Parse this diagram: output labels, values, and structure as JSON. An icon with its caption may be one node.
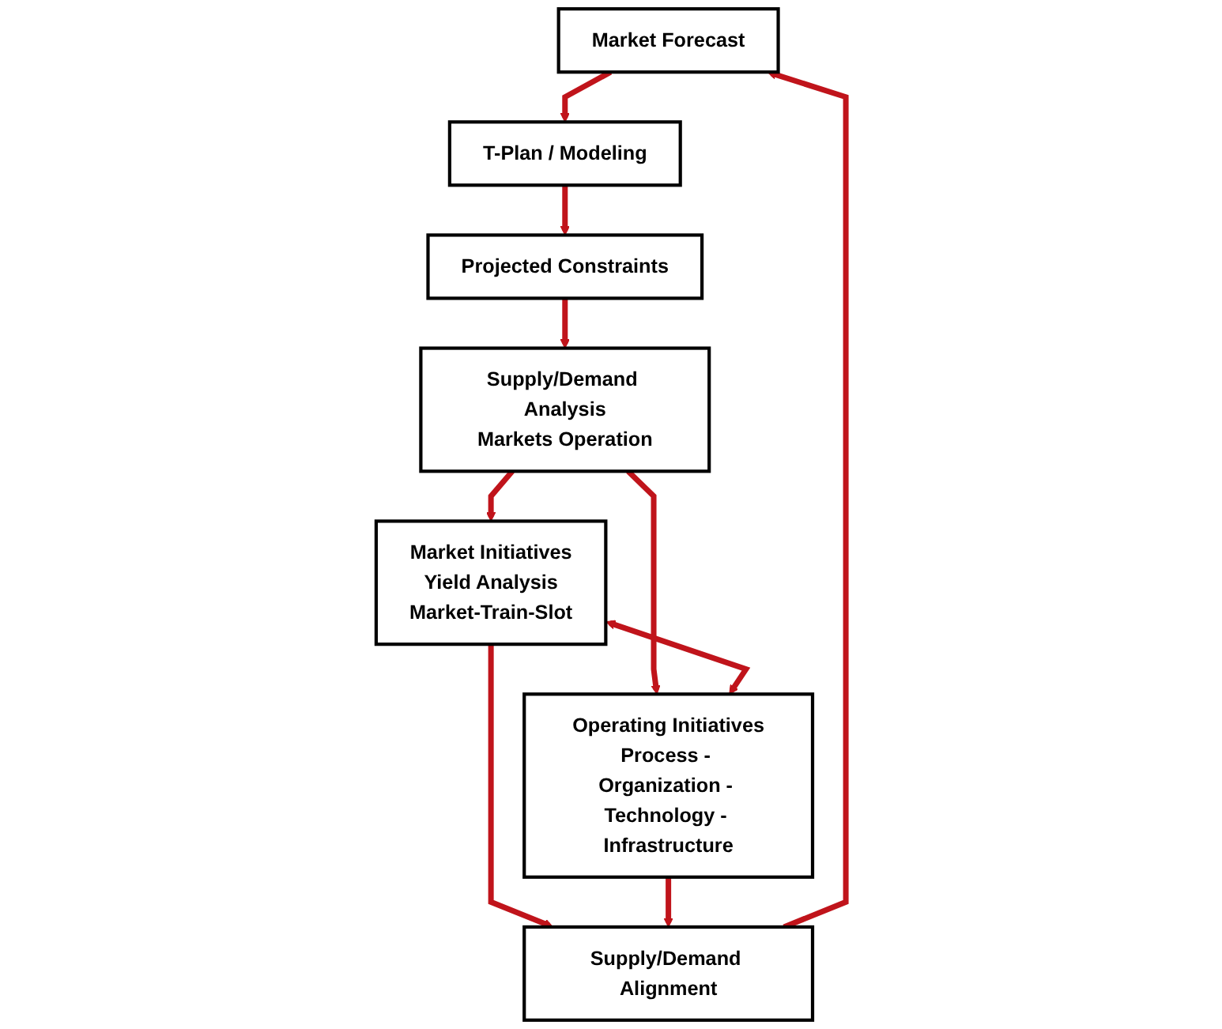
{
  "diagram": {
    "nodes": [
      {
        "text": [
          "Market Forecast"
        ]
      },
      {
        "text": [
          "T-Plan / Modeling"
        ]
      },
      {
        "text": [
          "Projected Constraints"
        ]
      },
      {
        "text": [
          "Supply/Demand Analysis",
          "Markets Operation"
        ]
      },
      {
        "text": [
          "Market Initiatives",
          "Yield Analysis",
          "Market-Train-Slot"
        ]
      },
      {
        "text": [
          "Operating Initiatives",
          "Process - Organization - Technology - Infrastructure"
        ]
      },
      {
        "text": [
          "Supply/Demand Alignment"
        ]
      }
    ],
    "edges": [
      {
        "from": 0,
        "to": 1,
        "arrow": "to"
      },
      {
        "from": 1,
        "to": 2,
        "arrow": "to"
      },
      {
        "from": 2,
        "to": 3,
        "arrow": "to"
      },
      {
        "from": 3,
        "to": 4,
        "arrow": "to"
      },
      {
        "from": 3,
        "to": 5,
        "arrow": "to"
      },
      {
        "from": 4,
        "to": 5,
        "arrow": "both"
      },
      {
        "from": 4,
        "to": 6,
        "arrow": "to"
      },
      {
        "from": 5,
        "to": 6,
        "arrow": "to"
      },
      {
        "from": 6,
        "to": 0,
        "arrow": "to"
      }
    ]
  }
}
